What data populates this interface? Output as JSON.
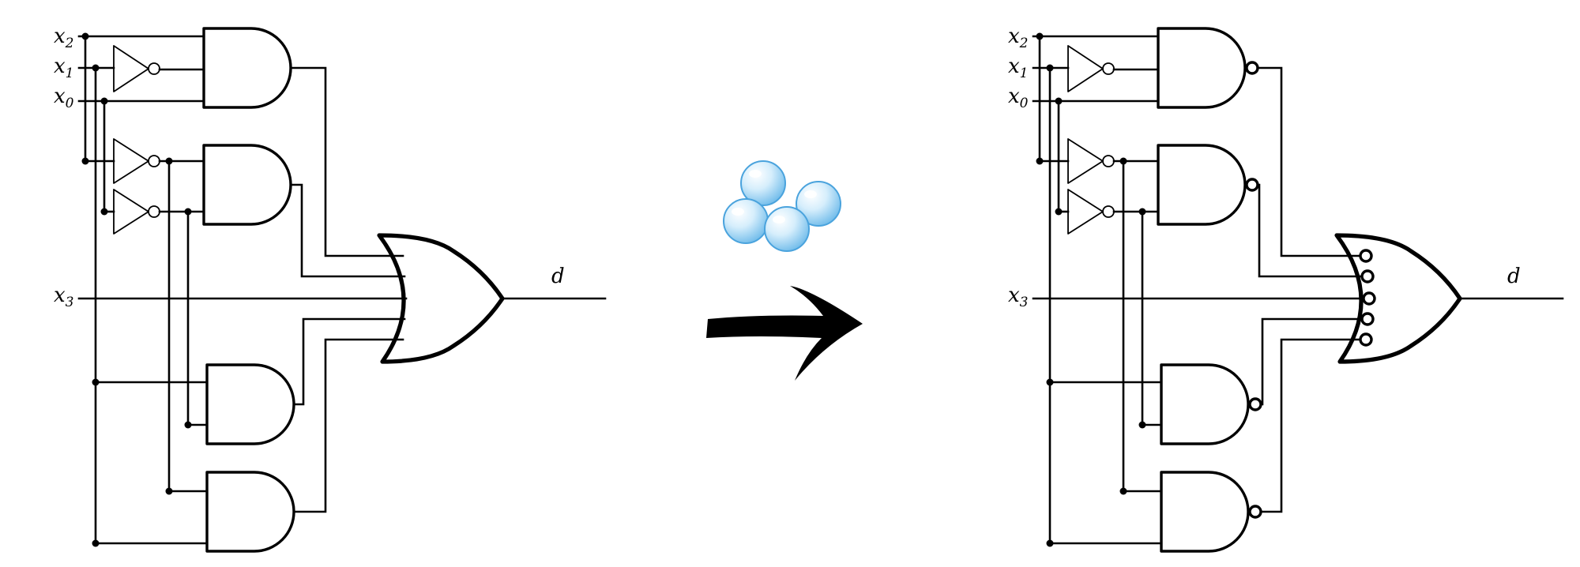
{
  "labels": {
    "x2": "x",
    "x2_sub": "2",
    "x1": "x",
    "x1_sub": "1",
    "x0": "x",
    "x0_sub": "0",
    "x3": "x",
    "x3_sub": "3",
    "d": "d"
  },
  "colors": {
    "ink": "#000000",
    "bubble_fill": "#bfe3fb",
    "bubble_edge": "#4aa3dd"
  },
  "icons": {
    "transform_arrow": "right-arrow-icon",
    "bubbles": "bubbles-icon"
  }
}
